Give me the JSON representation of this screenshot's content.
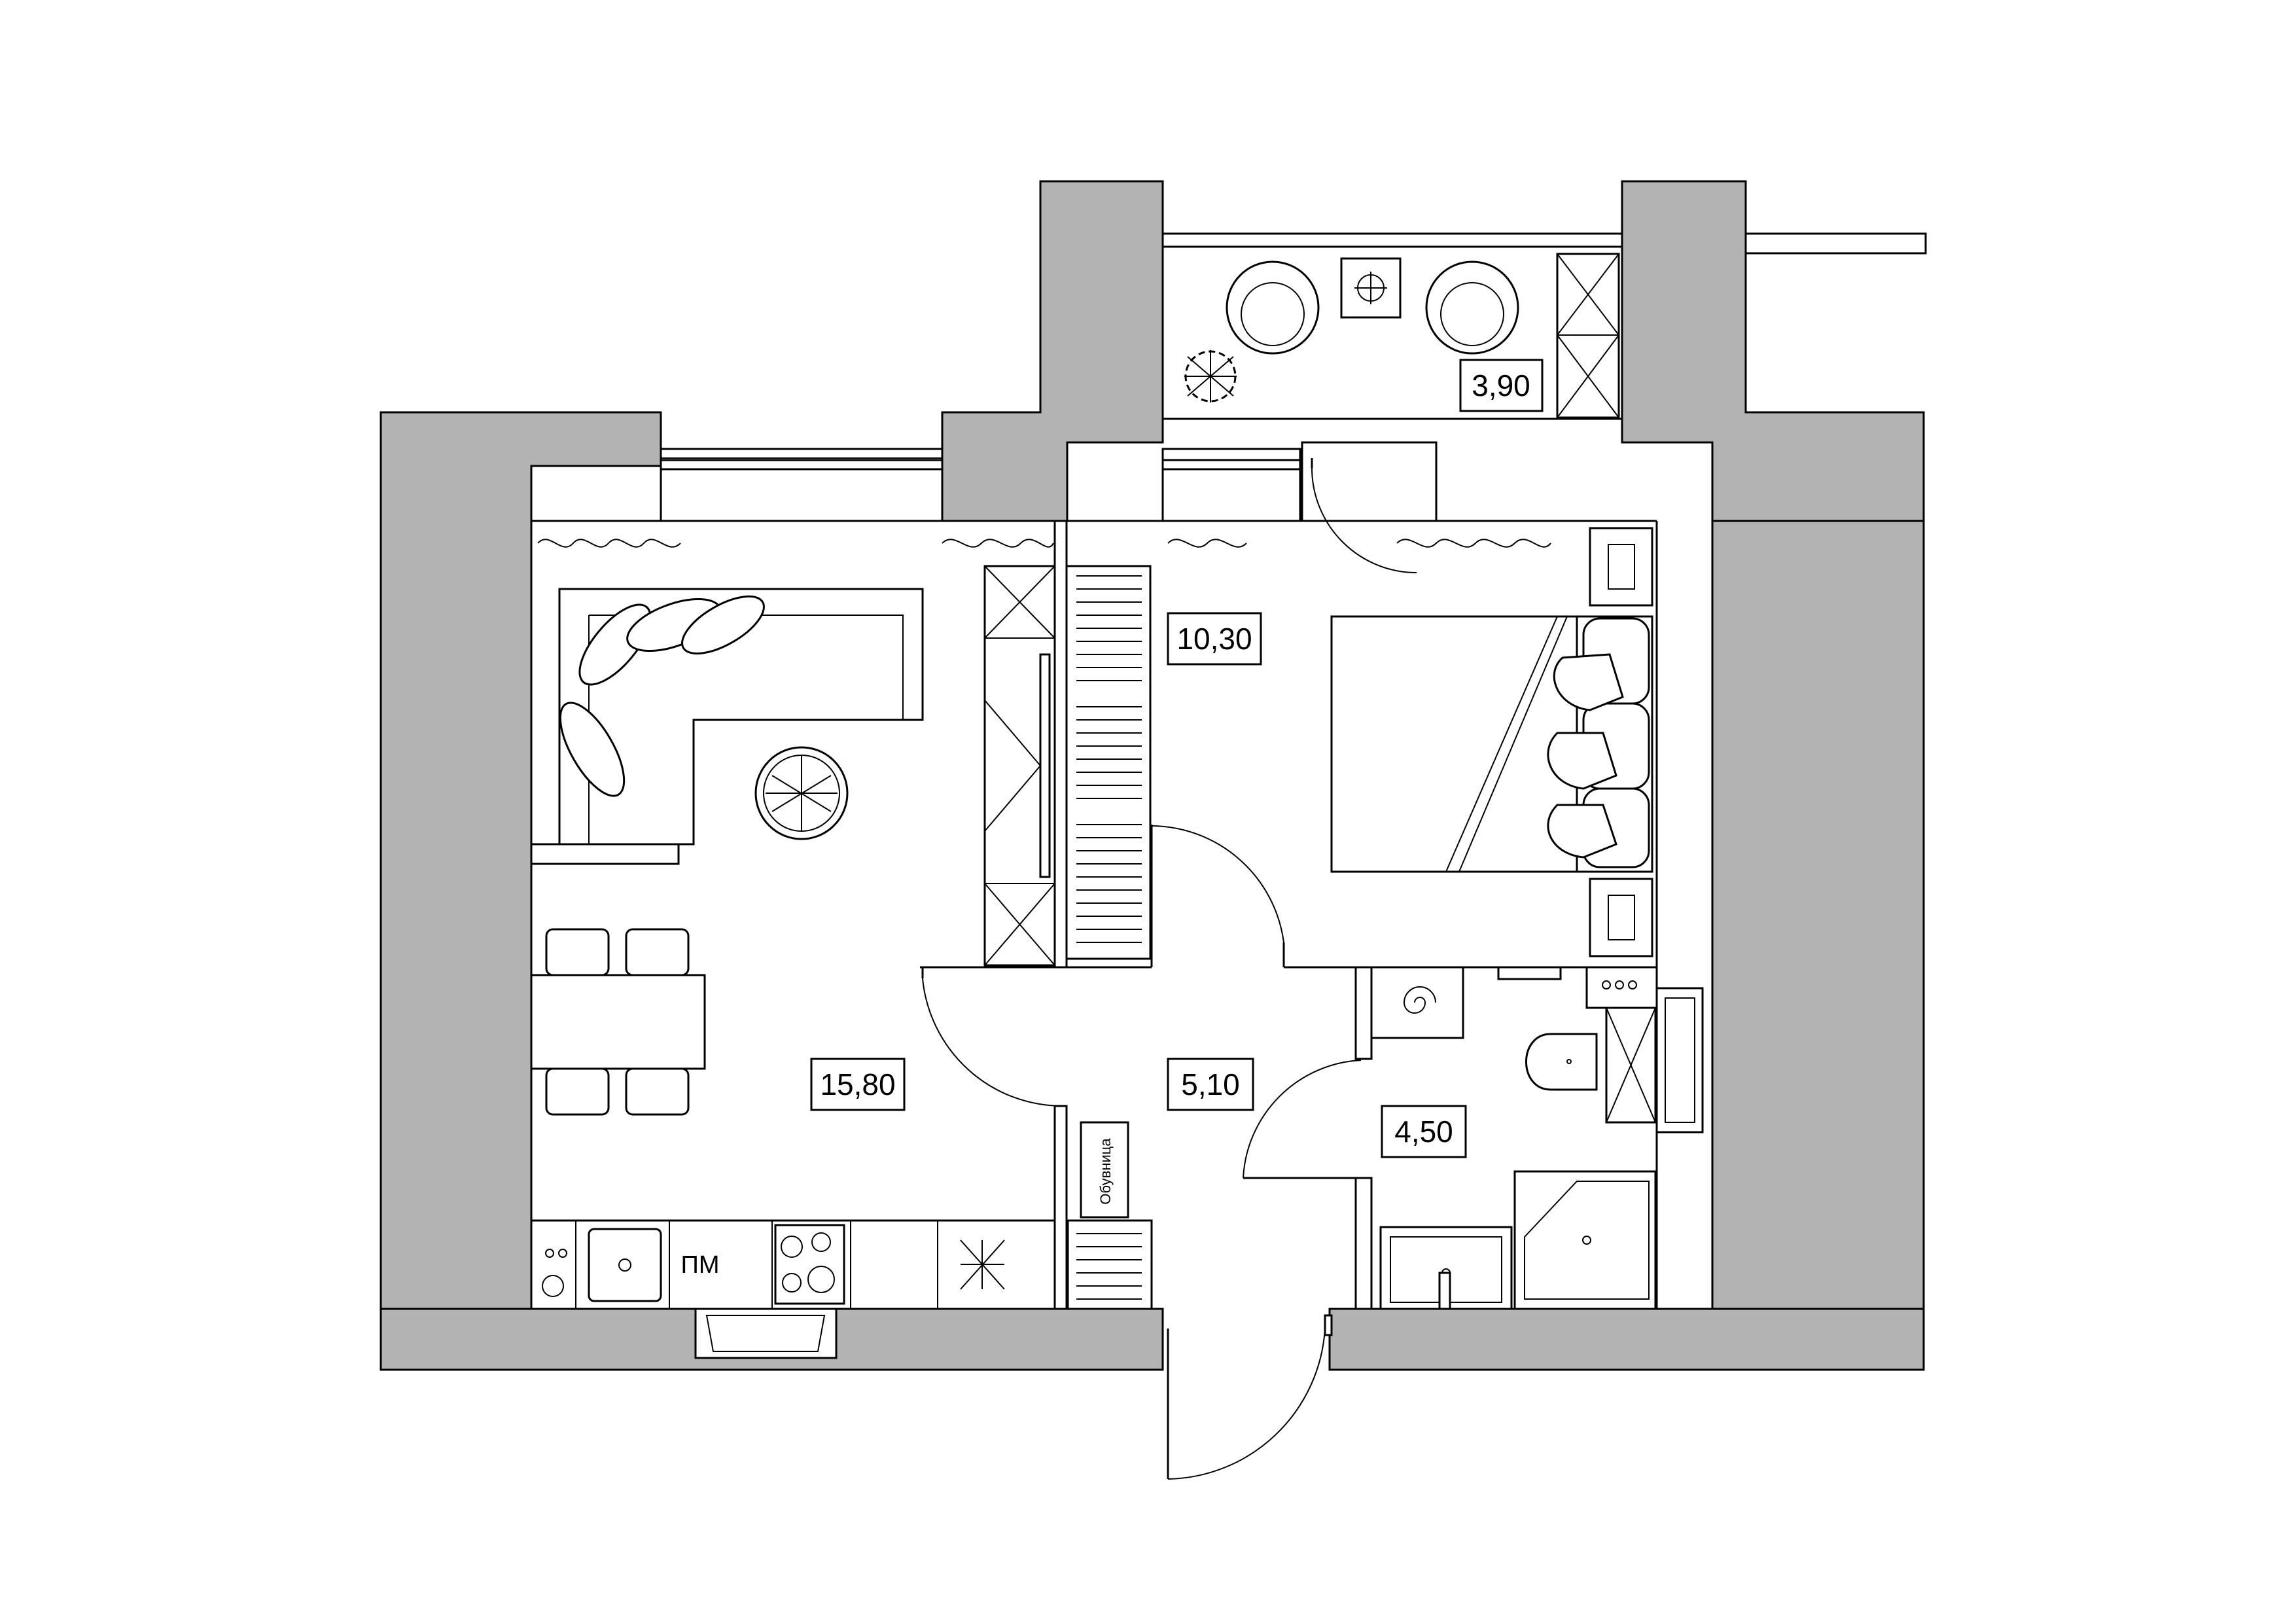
{
  "rooms": {
    "balcony_area": "3,90",
    "bedroom_area": "10,30",
    "living_area": "15,80",
    "hall_area": "5,10",
    "bathroom_area": "4,50"
  },
  "labels": {
    "washer": "ПМ",
    "shoe_cabinet": "Обувница"
  }
}
